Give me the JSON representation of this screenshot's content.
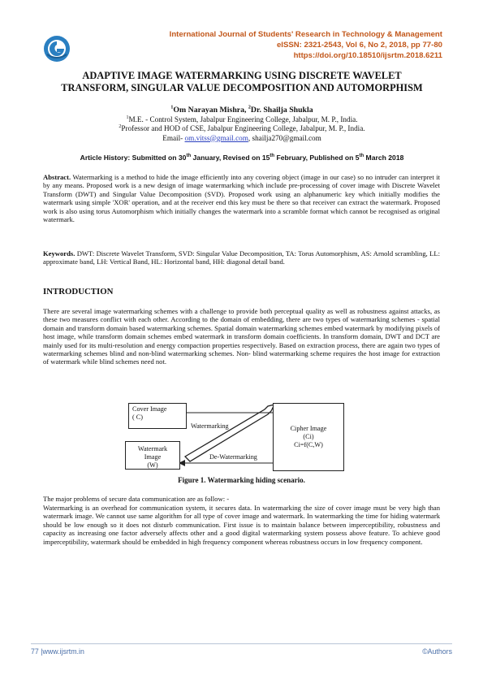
{
  "journal": {
    "name": "International Journal of Students' Research in Technology & Management",
    "issn_line": "eISSN: 2321-2543, Vol 6, No 2, 2018, pp 77-80",
    "doi": "https://doi.org/10.18510/ijsrtm.2018.6211"
  },
  "logo_icon": "journal-logo-icon",
  "title_line1": "ADAPTIVE IMAGE WATERMARKING USING DISCRETE WAVELET",
  "title_line2": "TRANSFORM, SINGULAR VALUE DECOMPOSITION AND AUTOMORPHISM",
  "authors": {
    "sup1": "1",
    "name1": "Om Narayan Mishra, ",
    "sup2": "2",
    "name2": "Dr. Shailja Shukla",
    "aff1_sup": "1",
    "aff1": "M.E. - Control System, Jabalpur Engineering College, Jabalpur, M. P., India.",
    "aff2_sup": "2",
    "aff2": "Professor and HOD of CSE, Jabalpur Engineering College, Jabalpur, M. P., India.",
    "email_label": "Email- ",
    "email1": "om.vitss@gmail.com",
    "email_sep": ", shailja270@gmail.com"
  },
  "history": {
    "part1": "Article History: Submitted on 30",
    "sup1": "th",
    "part2": " January, Revised on 15",
    "sup2": "th",
    "part3": " February, Published on 5",
    "sup3": "th",
    "part4": " March 2018"
  },
  "abstract": {
    "label": "Abstract.",
    "text": " Watermarking is a method to hide the image efficiently into any covering object (image in our case) so no intruder can interpret it by any means. Proposed work is a new design of image watermarking which include pre-processing of cover image with Discrete Wavelet Transform (DWT) and Singular Value Decomposition (SVD). Proposed work using an alphanumeric key which initially modifies the watermark using simple 'XOR' operation, and at the receiver end this key must be there so that receiver can extract the watermark.  Proposed work is also using torus Automorphism which initially changes the watermark into a scramble format which cannot be recognised as original watermark."
  },
  "keywords": {
    "label": "Keywords.",
    "text": " DWT: Discrete Wavelet Transform, SVD: Singular Value Decomposition, TA: Torus Automorphism, AS: Arnold scrambling, LL: approximate band, LH: Vertical Band, HL: Horizontal band, HH: diagonal detail band."
  },
  "introduction": {
    "heading": "INTRODUCTION",
    "para1": "There are several image watermarking schemes with a challenge to provide both perceptual quality as well as robustness against attacks, as these two measures conflict with each other. According to the domain of embedding, there are two types of watermarking schemes - spatial domain and transform domain based watermarking schemes. Spatial domain watermarking schemes embed watermark by modifying pixels of host image, while transform domain schemes embed watermark in transform domain coefficients. In transform domain, DWT and DCT are mainly used for its multi-resolution and energy compaction properties respectively. Based on extraction process, there are again two types of watermarking schemes blind and non-blind watermarking schemes. Non- blind watermarking scheme requires the host image for extraction of watermark while blind schemes need not."
  },
  "figure": {
    "cover_box": "Cover Image\n( C)",
    "watermark_box": "Watermark\nImage\n(W)",
    "cipher_box": "Cipher Image\n(Ci)\nCi=f(C,W)",
    "watermarking_label": "Watermarking",
    "dewatermarking_label": "De-Watermarking",
    "caption": "Figure 1. Watermarking hiding scenario."
  },
  "body2": {
    "intro_line": "The major problems of secure data communication are as follow: -",
    "para": "Watermarking is an overhead for communication system, it secures data. In watermarking the size of cover image must be very high than watermark image. We cannot use same algorithm for all type of cover image and watermark. In watermarking the time for hiding watermark should be low enough so it does not disturb communication. First issue is to maintain balance between imperceptibility, robustness and capacity as increasing one factor adversely affects other and a good digital watermarking system possess above feature. To achieve good imperceptibility, watermark should be embedded in high frequency component whereas robustness occurs in low frequency component."
  },
  "footer": {
    "left": "77 |www.ijsrtm.in",
    "right": "©Authors"
  }
}
